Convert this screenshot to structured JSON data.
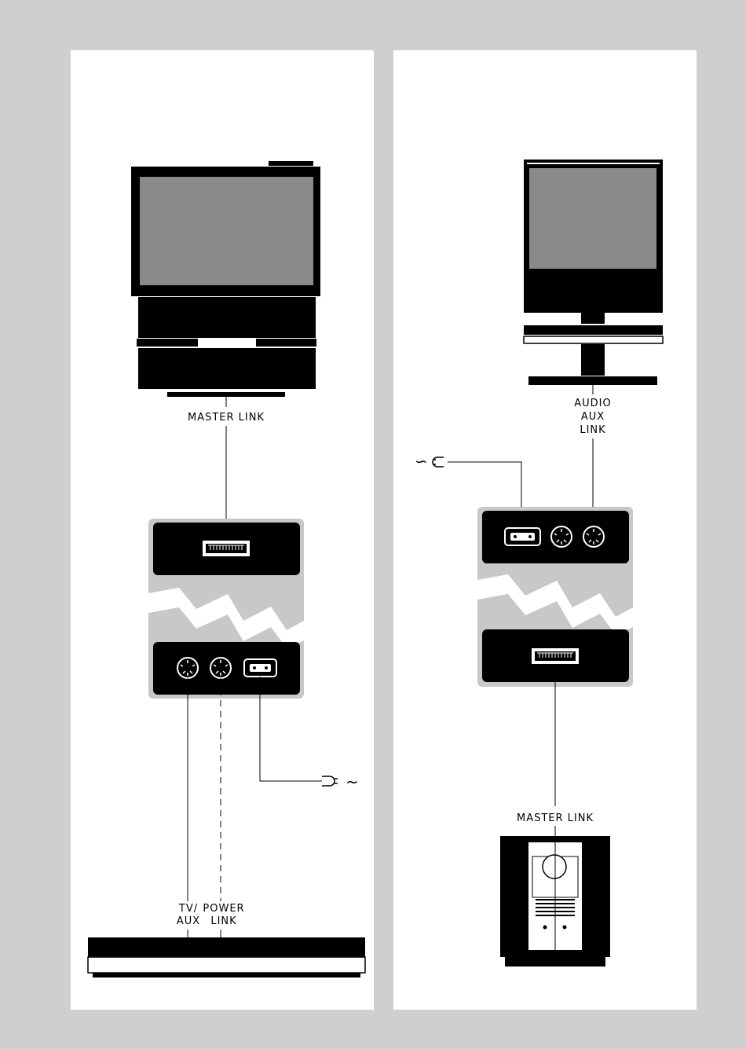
{
  "left_panel": {
    "connection_label": "MASTER LINK",
    "bottom_labels": {
      "line1_left": "TV/",
      "line1_right": "POWER",
      "line2_left": "AUX",
      "line2_right": "LINK"
    },
    "mains_symbol": "~"
  },
  "right_panel": {
    "connection_labels": [
      "AUDIO",
      "AUX",
      "LINK"
    ],
    "bottom_label": "MASTER LINK",
    "mains_symbol": "∽"
  },
  "colors": {
    "page_bg": "#cfcfcf",
    "panel_bg": "#ffffff",
    "device": "#000000",
    "screen": "#8a8a8a",
    "module_bg": "#c8c8c8"
  }
}
